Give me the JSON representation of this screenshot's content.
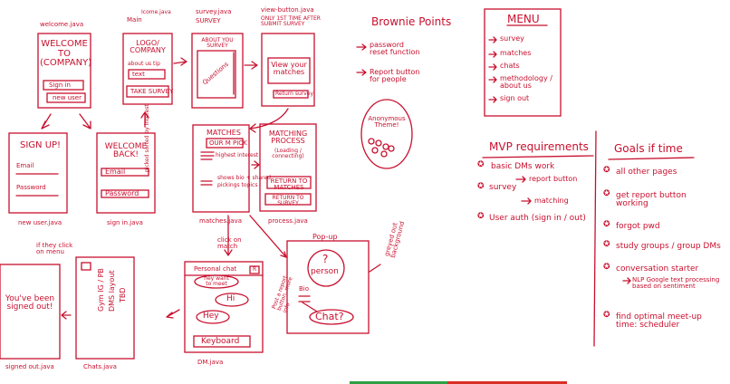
{
  "screens": {
    "welcome": {
      "file": "welcome.java",
      "title": "WELCOME TO (COMPANY)",
      "sign_in": "Sign in",
      "new_user": "new user"
    },
    "main": {
      "file": "Main",
      "file2": "Icome.java",
      "logo": "LOGO/ COMPANY",
      "about": "about us tip",
      "text": "text",
      "take_survey": "TAKE SURVEY"
    },
    "survey": {
      "file": "survey.java",
      "file2": "SURVEY",
      "about_you": "ABOUT YOU SURVEY",
      "questions": "Questions"
    },
    "view_button": {
      "file": "view-button.java",
      "note": "ONLY 1ST TIME AFTER SUBMIT SURVEY",
      "view": "View your matches",
      "return": "Return survey"
    },
    "new_user": {
      "title": "SIGN UP!",
      "email": "Email",
      "password": "Password",
      "file": "new user.java"
    },
    "sign_in": {
      "title": "WELCOME BACK!",
      "email": "Email",
      "password": "Password",
      "file": "sign in.java"
    },
    "matches": {
      "title": "MATCHES",
      "our_m_pick": "OUR M PICK",
      "highest": "highest interest",
      "shows": "shows bio + shared",
      "pickings": "pickings topics",
      "file": "matches.java",
      "side_note": "picked sorted by interest"
    },
    "process": {
      "title": "MATCHING PROCESS",
      "loading": "(Loading / connecting)",
      "return_matches": "RETURN TO MATCHES",
      "return_survey": "RETURN TO SURVEY",
      "file": "process.java"
    },
    "popup": {
      "title": "Pop-up",
      "person": "person",
      "bio": "Bio",
      "chat": "Chat?",
      "note": "greyed out background"
    },
    "dm": {
      "title": "Personal chat",
      "report": "R",
      "hey_small": "hey want to meet",
      "hi": "Hi",
      "hey": "Hey",
      "keyboard": "Keyboard",
      "file": "DM.java",
      "note": "Post a report button, more info"
    },
    "chats": {
      "names": "Gym  IG / PB",
      "names2": "DMS  layout",
      "names3": "TBD",
      "file": "Chats.java"
    },
    "signed_out": {
      "text": "You've been signed out!",
      "file": "signed out.java",
      "note": "if they click on menu"
    },
    "click_match": "click on match",
    "brownie": {
      "title": "Brownie Points",
      "items": [
        "password reset function",
        "Report button for people"
      ],
      "bubble": "Anonymous Theme!"
    },
    "menu": {
      "title": "MENU",
      "items": [
        "survey",
        "matches",
        "chats",
        "methodology / about us",
        "sign out"
      ]
    },
    "mvp": {
      "title": "MVP requirements",
      "items": [
        "basic DMs work",
        "survey",
        "User auth (sign in / out)"
      ],
      "sub1": "report button",
      "sub2": "matching"
    },
    "goals": {
      "title": "Goals if time",
      "items": [
        "all other pages",
        "get report button working",
        "forgot pwd",
        "study groups / group DMs",
        "conversation starter",
        "find optimal meet-up time: scheduler"
      ],
      "sub": "NLP Google text processing based on sentiment"
    }
  },
  "colors": {
    "ink": "#c8102e",
    "bar_green": "#2ea043",
    "bar_red": "#d93025"
  }
}
